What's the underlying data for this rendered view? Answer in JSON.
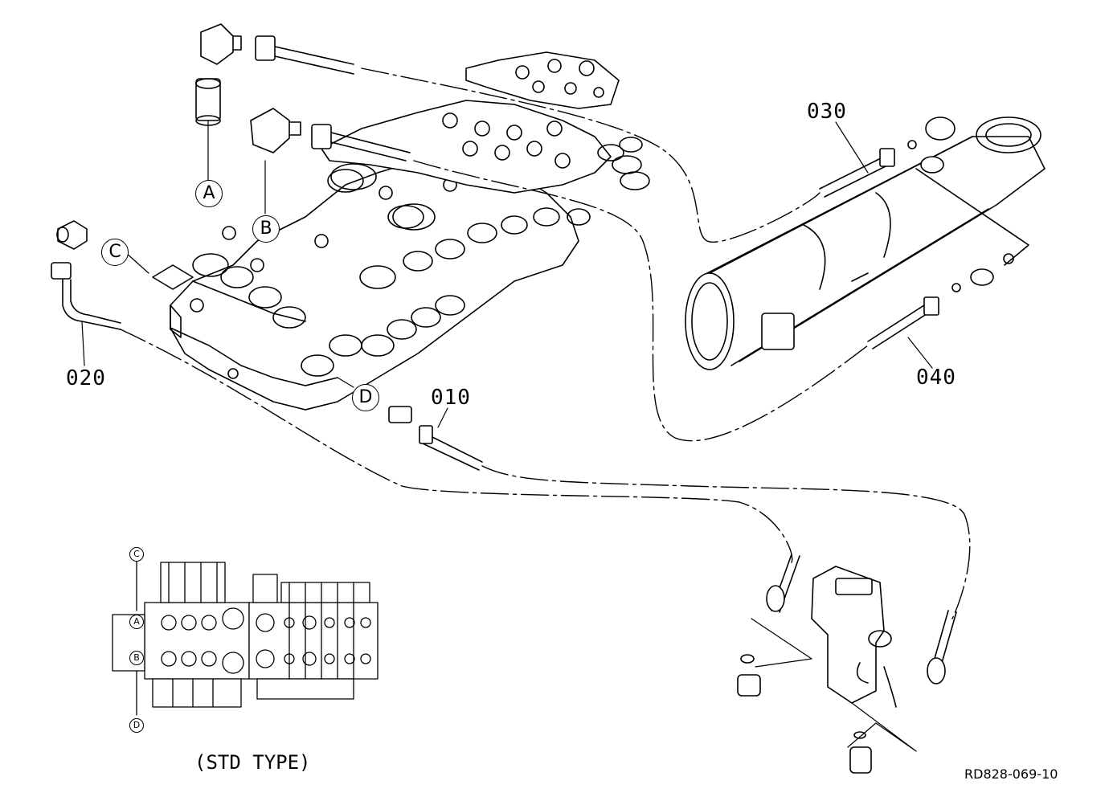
{
  "parts": {
    "p010": "010",
    "p020": "020",
    "p030": "030",
    "p040": "040"
  },
  "callouts": {
    "a": "A",
    "b": "B",
    "c": "C",
    "d": "D"
  },
  "inset": {
    "caption": "(STD TYPE)",
    "a": "A",
    "b": "B",
    "c": "C",
    "d": "D"
  },
  "reference": "RD828-069-10",
  "colors": {
    "ink": "#000000",
    "paper": "#ffffff"
  }
}
